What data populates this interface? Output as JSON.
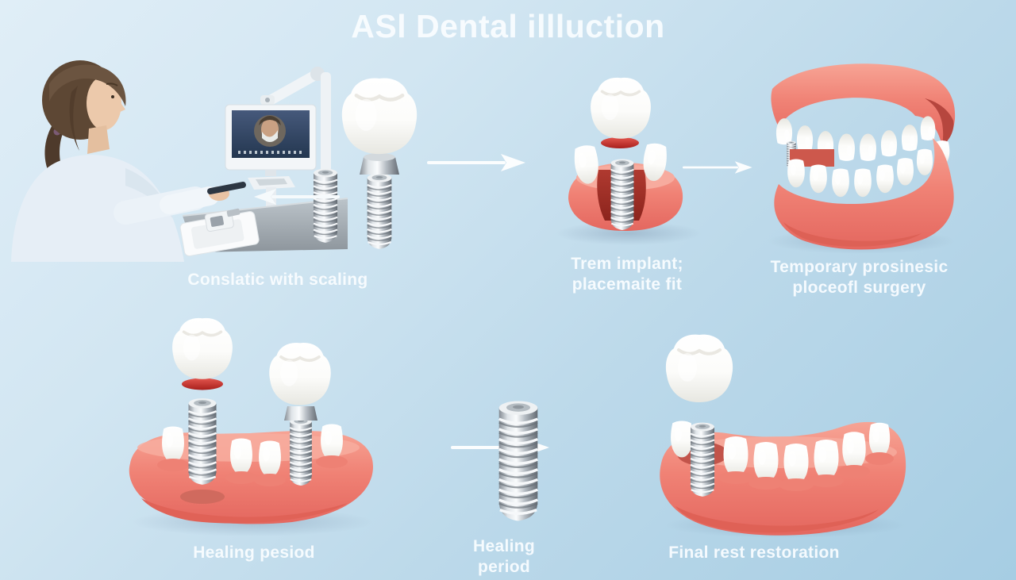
{
  "title": "ASl Dental illluction",
  "colors": {
    "background_top": "#e0eef7",
    "background_bottom": "#a6cde3",
    "caption_text": "#f7fbfd",
    "gum_pink": "#f08275",
    "gum_dark": "#d85f55",
    "accent_red": "#c8302e",
    "metal_silver": "#b3bac1",
    "tooth_white": "#fdfdfc",
    "screen_navy": "#2c3f5c"
  },
  "steps": [
    {
      "id": "consultation",
      "caption": "Conslatic with scaling"
    },
    {
      "id": "implant-placement",
      "caption_line1": "Trem implant;",
      "caption_line2": "placemaite fit"
    },
    {
      "id": "temporary-prosthesis",
      "caption_line1": "Temporary prosinesic",
      "caption_line2": "ploceofl surgery"
    },
    {
      "id": "healing",
      "caption": "Healing pesiod"
    },
    {
      "id": "healing-period",
      "caption_line1": "Healing",
      "caption_line2": "period"
    },
    {
      "id": "final-restoration",
      "caption": "Final rest restoration"
    }
  ]
}
